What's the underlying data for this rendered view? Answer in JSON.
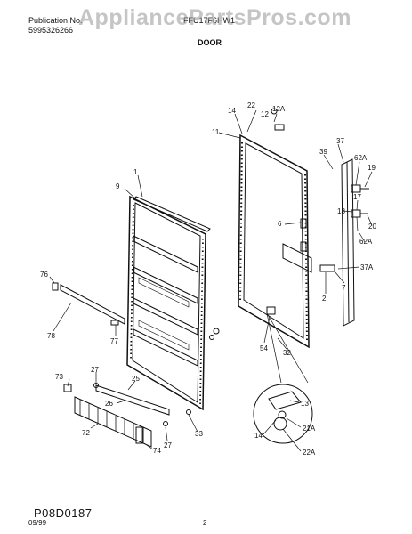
{
  "header": {
    "pub_label": "Publication No.",
    "pub_number": "5995326266",
    "model_partial": "FFU17F6HW1",
    "watermark": "AppliancePartsPros.com",
    "section_title": "DOOR"
  },
  "figure_id": "P08D0187",
  "footer": {
    "date": "09/99",
    "page": "2"
  },
  "callouts": [
    "22",
    "12A",
    "14",
    "12",
    "11",
    "37",
    "39",
    "62A",
    "19",
    "1",
    "9",
    "18",
    "17",
    "6",
    "20",
    "62A",
    "76",
    "37A",
    "2",
    "7",
    "78",
    "77",
    "54",
    "32",
    "27",
    "73",
    "25",
    "13",
    "26",
    "21A",
    "27",
    "72",
    "33",
    "74",
    "14",
    "22A"
  ]
}
